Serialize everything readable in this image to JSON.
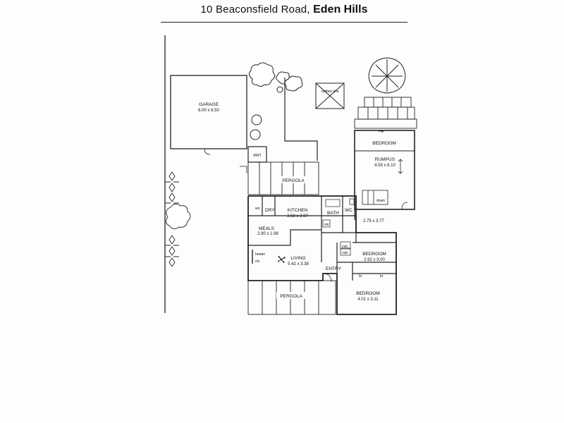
{
  "header": {
    "address": "10 Beaconsfield Road,",
    "suburb": "Eden Hills"
  },
  "rooms": {
    "garage": {
      "name": "GARAGE",
      "size": "6.00 x 6.50"
    },
    "bedroom_top": {
      "name": "BEDROOM"
    },
    "rumpus": {
      "name": "RUMPUS",
      "size": "4.59 x 6.10"
    },
    "kitchen": {
      "name": "KITCHEN",
      "size": "3.58 x 3.97"
    },
    "meals": {
      "name": "MEALS",
      "size": "2.90 x 1.98"
    },
    "living": {
      "name": "LIVING",
      "size": "5.42 x 3.38"
    },
    "bedroom_2": {
      "name": "BEDROOM",
      "size": "2.92 x 3.00"
    },
    "bedroom_3": {
      "name": "BEDROOM",
      "size": "4.01 x 3.11"
    },
    "bedroom_4": {
      "size": "2.75 x 3.77"
    },
    "dry": {
      "name": "DRY"
    },
    "bath": {
      "name": "BATH"
    },
    "wc": {
      "name": "WC"
    },
    "entry": {
      "name": "ENTRY"
    }
  },
  "features": {
    "rwt": "RWT",
    "pergola_top": "PERGOLA",
    "pergola_bottom": "PERGOLA",
    "clothes_line": "clothes line",
    "wo": "wo",
    "down": "down",
    "shr": "shr",
    "cub1": "cub",
    "cub2": "cub",
    "br1": "br",
    "br2": "br",
    "heater": "heater",
    "oc": "o/c"
  }
}
